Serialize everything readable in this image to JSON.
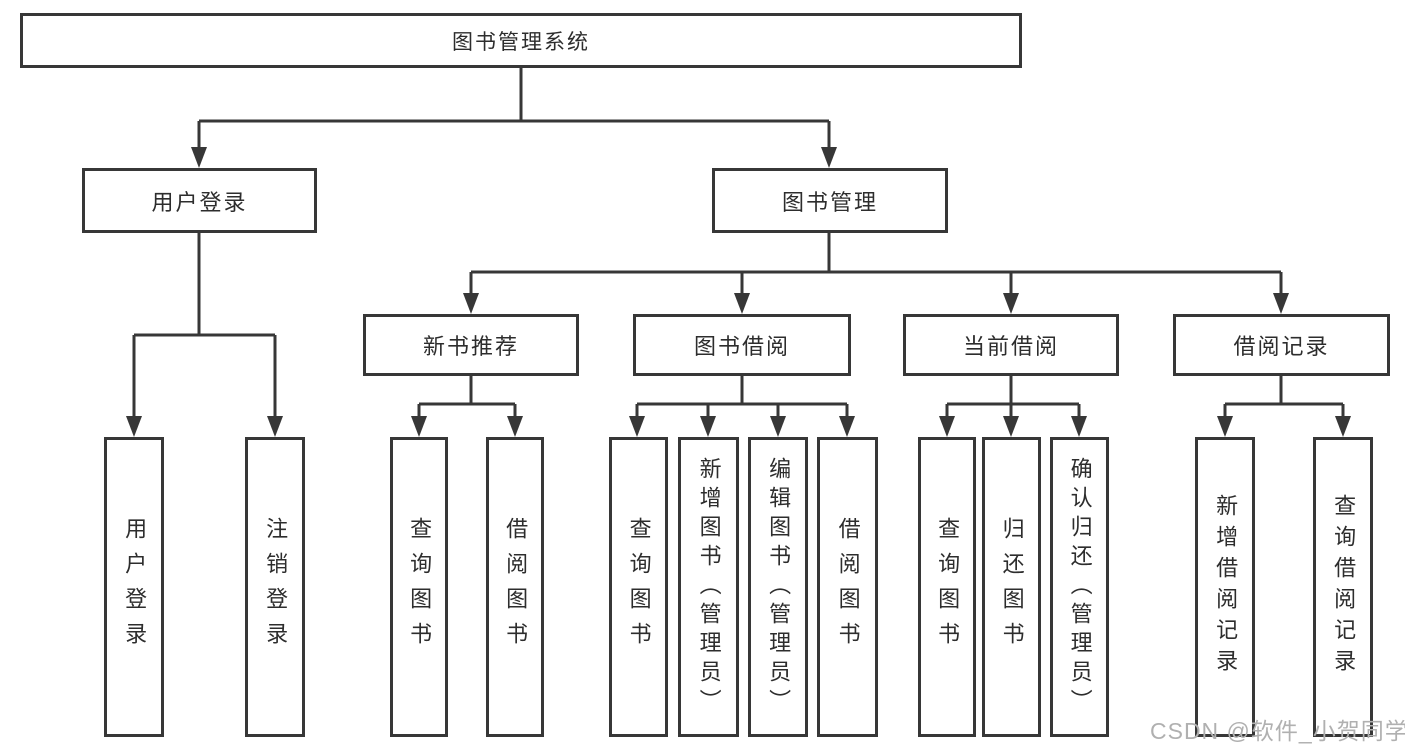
{
  "tree": {
    "label": "图书管理系统",
    "children": [
      {
        "label": "用户登录",
        "children": [
          {
            "label": "用户登录"
          },
          {
            "label": "注销登录"
          }
        ]
      },
      {
        "label": "图书管理",
        "children": [
          {
            "label": "新书推荐",
            "children": [
              {
                "label": "查询图书"
              },
              {
                "label": "借阅图书"
              }
            ]
          },
          {
            "label": "图书借阅",
            "children": [
              {
                "label": "查询图书"
              },
              {
                "label": "新增图书（管理员）"
              },
              {
                "label": "编辑图书（管理员）"
              },
              {
                "label": "借阅图书"
              }
            ]
          },
          {
            "label": "当前借阅",
            "children": [
              {
                "label": "查询图书"
              },
              {
                "label": "归还图书"
              },
              {
                "label": "确认归还（管理员）"
              }
            ]
          },
          {
            "label": "借阅记录",
            "children": [
              {
                "label": "新增借阅记录"
              },
              {
                "label": "查询借阅记录"
              }
            ]
          }
        ]
      }
    ]
  },
  "watermark": {
    "text": "CSDN @软件_小贺同学"
  },
  "colors": {
    "line": "#373737",
    "box_border": "#373737",
    "text": "#2d2d2d",
    "watermark": "#b0b0b0",
    "background": "#ffffff"
  }
}
